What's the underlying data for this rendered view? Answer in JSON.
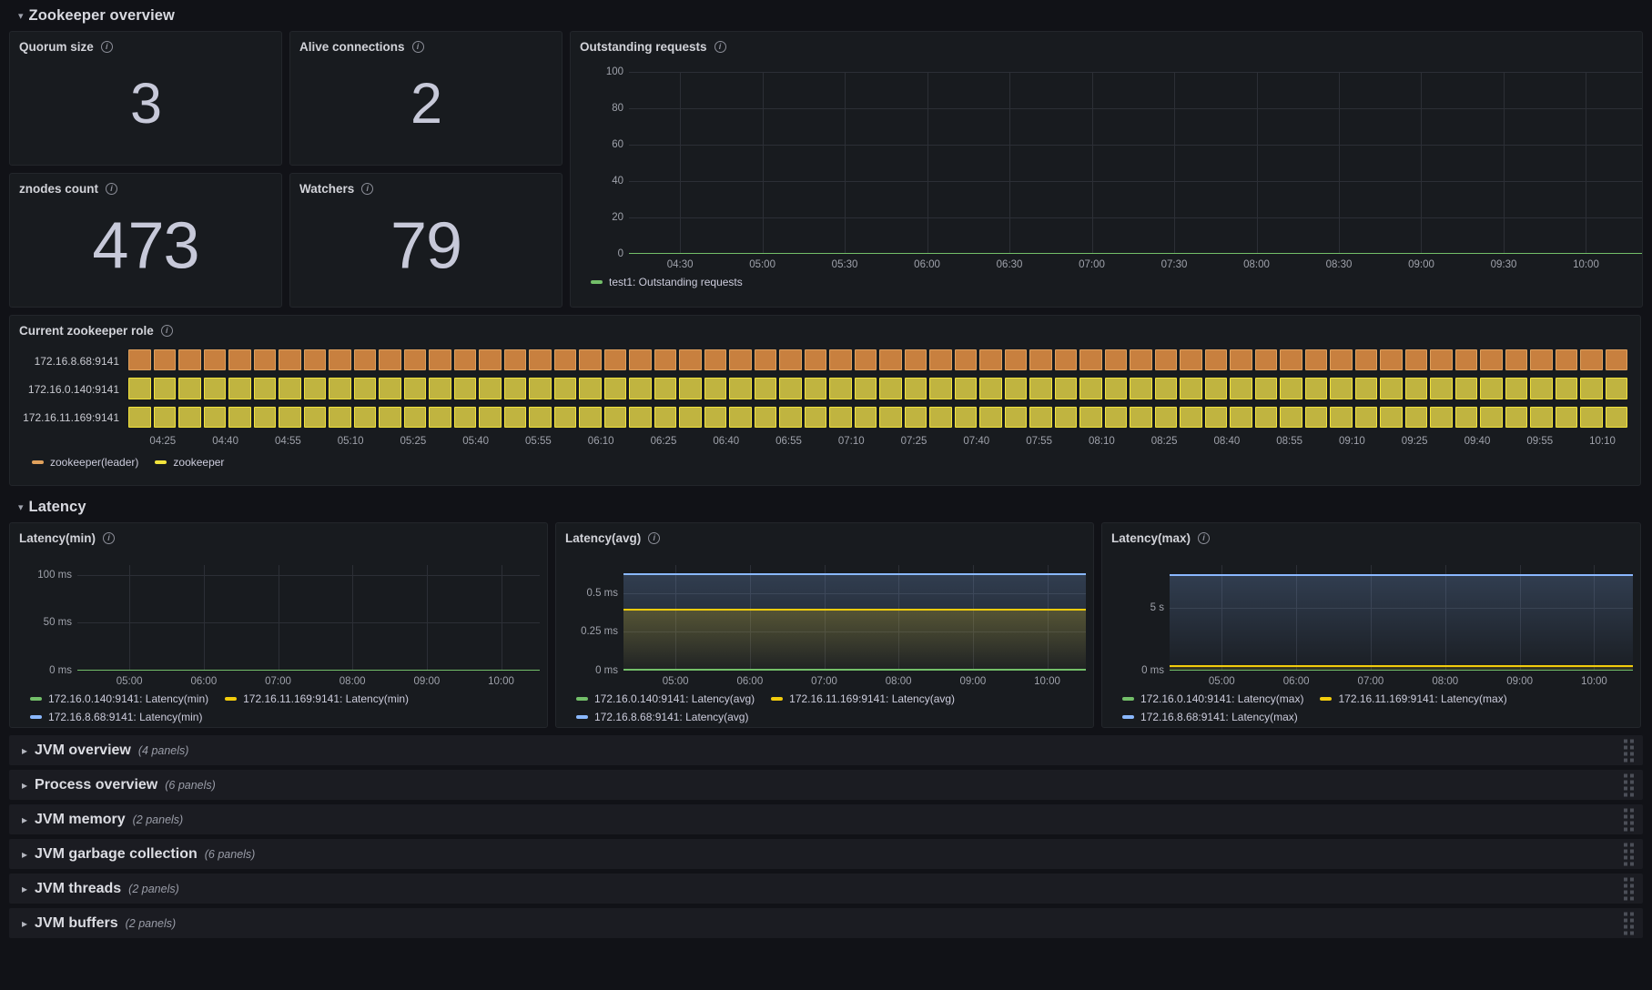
{
  "dashboard": {
    "background": "#111217",
    "panel_bg": "#181b1f"
  },
  "rows": {
    "zookeeper_overview": {
      "title": "Zookeeper overview",
      "expanded": true,
      "chevron": "chevron-down-icon"
    },
    "latency": {
      "title": "Latency",
      "expanded": true,
      "chevron": "chevron-down-icon"
    }
  },
  "stats": [
    {
      "title": "Quorum size",
      "value": "3",
      "info": "info-icon"
    },
    {
      "title": "Alive connections",
      "value": "2",
      "info": "info-icon"
    },
    {
      "title": "znodes count",
      "value": "473",
      "info": "info-icon"
    },
    {
      "title": "Watchers",
      "value": "79",
      "info": "info-icon"
    }
  ],
  "chart_data": [
    {
      "id": "outstanding_requests",
      "type": "line",
      "title": "Outstanding requests",
      "xlabel": "",
      "ylabel": "",
      "ylim": [
        0,
        100
      ],
      "yticks": [
        "0",
        "20",
        "40",
        "60",
        "80",
        "100"
      ],
      "ytick_values": [
        0,
        20,
        40,
        60,
        80,
        100
      ],
      "xticks": [
        "04:30",
        "05:00",
        "05:30",
        "06:00",
        "06:30",
        "07:00",
        "07:30",
        "08:00",
        "08:30",
        "09:00",
        "09:30",
        "10:00"
      ],
      "grid": true,
      "legend_position": "bottom",
      "series": [
        {
          "name": "test1: Outstanding requests",
          "color": "#73bf69",
          "constant_value": 0,
          "values": [
            0,
            0,
            0,
            0,
            0,
            0,
            0,
            0,
            0,
            0,
            0,
            0
          ]
        }
      ]
    },
    {
      "id": "current_zookeeper_role",
      "type": "heatmap",
      "title": "Current zookeeper role",
      "xlabel": "",
      "ylabel": "",
      "grid": true,
      "legend_position": "bottom",
      "rows": [
        {
          "label": "172.16.8.68:9141",
          "state": "zookeeper(leader)",
          "color": "#c8803f",
          "border": "#e0a15c",
          "segments": 60
        },
        {
          "label": "172.16.0.140:9141",
          "state": "zookeeper",
          "color": "#c0b440",
          "border": "#f2e33c",
          "segments": 60
        },
        {
          "label": "172.16.11.169:9141",
          "state": "zookeeper",
          "color": "#c0b440",
          "border": "#f2e33c",
          "segments": 60
        }
      ],
      "xticks": [
        "04:25",
        "04:40",
        "04:55",
        "05:10",
        "05:25",
        "05:40",
        "05:55",
        "06:10",
        "06:25",
        "06:40",
        "06:55",
        "07:10",
        "07:25",
        "07:40",
        "07:55",
        "08:10",
        "08:25",
        "08:40",
        "08:55",
        "09:10",
        "09:25",
        "09:40",
        "09:55",
        "10:10"
      ],
      "legend": [
        {
          "name": "zookeeper(leader)",
          "color": "#e0a15c"
        },
        {
          "name": "zookeeper",
          "color": "#f2e33c"
        }
      ]
    },
    {
      "id": "latency_min",
      "type": "line",
      "title": "Latency(min)",
      "ylim": [
        0,
        110
      ],
      "yticks": [
        "0 ms",
        "50 ms",
        "100 ms"
      ],
      "ytick_values": [
        0,
        50,
        100
      ],
      "xticks": [
        "05:00",
        "06:00",
        "07:00",
        "08:00",
        "09:00",
        "10:00"
      ],
      "grid": true,
      "legend_position": "bottom",
      "series": [
        {
          "name": "172.16.0.140:9141: Latency(min)",
          "color": "#73bf69",
          "constant_value": 0,
          "values": [
            0,
            0,
            0,
            0,
            0,
            0
          ]
        },
        {
          "name": "172.16.11.169:9141: Latency(min)",
          "color": "#f2cc0c",
          "constant_value": 0,
          "values": [
            0,
            0,
            0,
            0,
            0,
            0
          ]
        },
        {
          "name": "172.16.8.68:9141: Latency(min)",
          "color": "#8ab8ff",
          "constant_value": 0,
          "values": [
            0,
            0,
            0,
            0,
            0,
            0
          ]
        }
      ]
    },
    {
      "id": "latency_avg",
      "type": "area",
      "title": "Latency(avg)",
      "ylim": [
        0,
        0.68
      ],
      "yticks": [
        "0 ms",
        "0.25 ms",
        "0.5 ms"
      ],
      "ytick_values": [
        0,
        0.25,
        0.5
      ],
      "xticks": [
        "05:00",
        "06:00",
        "07:00",
        "08:00",
        "09:00",
        "10:00"
      ],
      "grid": true,
      "legend_position": "bottom",
      "series": [
        {
          "name": "172.16.0.140:9141: Latency(avg)",
          "color": "#73bf69",
          "constant_value": 0.005,
          "unit": "ms",
          "values": [
            0.005,
            0.005,
            0.005,
            0.005,
            0.005,
            0.005
          ]
        },
        {
          "name": "172.16.11.169:9141: Latency(avg)",
          "color": "#f2cc0c",
          "constant_value": 0.39,
          "unit": "ms",
          "values": [
            0.39,
            0.39,
            0.39,
            0.39,
            0.39,
            0.39
          ]
        },
        {
          "name": "172.16.8.68:9141: Latency(avg)",
          "color": "#8ab8ff",
          "constant_value": 0.62,
          "unit": "ms",
          "values": [
            0.62,
            0.62,
            0.62,
            0.62,
            0.62,
            0.62
          ]
        }
      ]
    },
    {
      "id": "latency_max",
      "type": "area",
      "title": "Latency(max)",
      "ylim": [
        0,
        8.4
      ],
      "yticks": [
        "0 ms",
        "5 s"
      ],
      "ytick_values": [
        0,
        5
      ],
      "xticks": [
        "05:00",
        "06:00",
        "07:00",
        "08:00",
        "09:00",
        "10:00"
      ],
      "grid": true,
      "legend_position": "bottom",
      "series": [
        {
          "name": "172.16.0.140:9141: Latency(max)",
          "color": "#73bf69",
          "constant_value": 0.02,
          "unit": "s",
          "values": [
            0.02,
            0.02,
            0.02,
            0.02,
            0.02,
            0.02
          ]
        },
        {
          "name": "172.16.11.169:9141: Latency(max)",
          "color": "#f2cc0c",
          "constant_value": 0.34,
          "unit": "s",
          "values": [
            0.34,
            0.34,
            0.34,
            0.34,
            0.34,
            0.34
          ]
        },
        {
          "name": "172.16.8.68:9141: Latency(max)",
          "color": "#8ab8ff",
          "constant_value": 7.6,
          "unit": "s",
          "values": [
            7.6,
            7.6,
            7.6,
            7.6,
            7.6,
            7.6
          ]
        }
      ]
    }
  ],
  "collapsed_rows": [
    {
      "title": "JVM overview",
      "count": "(4 panels)",
      "chevron": "chevron-right-icon"
    },
    {
      "title": "Process overview",
      "count": "(6 panels)",
      "chevron": "chevron-right-icon"
    },
    {
      "title": "JVM memory",
      "count": "(2 panels)",
      "chevron": "chevron-right-icon"
    },
    {
      "title": "JVM garbage collection",
      "count": "(6 panels)",
      "chevron": "chevron-right-icon"
    },
    {
      "title": "JVM threads",
      "count": "(2 panels)",
      "chevron": "chevron-right-icon"
    },
    {
      "title": "JVM buffers",
      "count": "(2 panels)",
      "chevron": "chevron-right-icon"
    }
  ]
}
